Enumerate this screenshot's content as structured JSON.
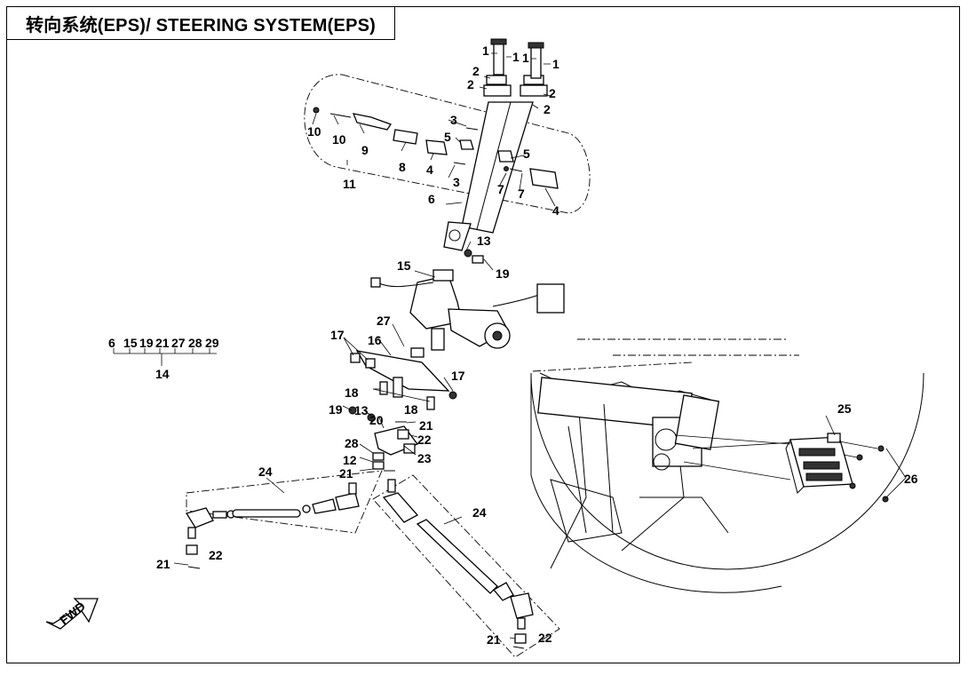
{
  "title": "转向系统(EPS)/ STEERING SYSTEM(EPS)",
  "assembly_group": {
    "items": [
      "6",
      "15",
      "19",
      "21",
      "27",
      "28",
      "29"
    ],
    "parent": "14"
  },
  "direction_badge": "FWD",
  "callouts": [
    "1",
    "1",
    "1",
    "1",
    "2",
    "2",
    "2",
    "2",
    "3",
    "3",
    "4",
    "4",
    "5",
    "5",
    "6",
    "7",
    "7",
    "8",
    "9",
    "10",
    "10",
    "11",
    "12",
    "13",
    "13",
    "15",
    "16",
    "17",
    "17",
    "18",
    "18",
    "19",
    "19",
    "20",
    "21",
    "21",
    "21",
    "21",
    "22",
    "22",
    "22",
    "23",
    "24",
    "24",
    "25",
    "26",
    "27",
    "28"
  ]
}
